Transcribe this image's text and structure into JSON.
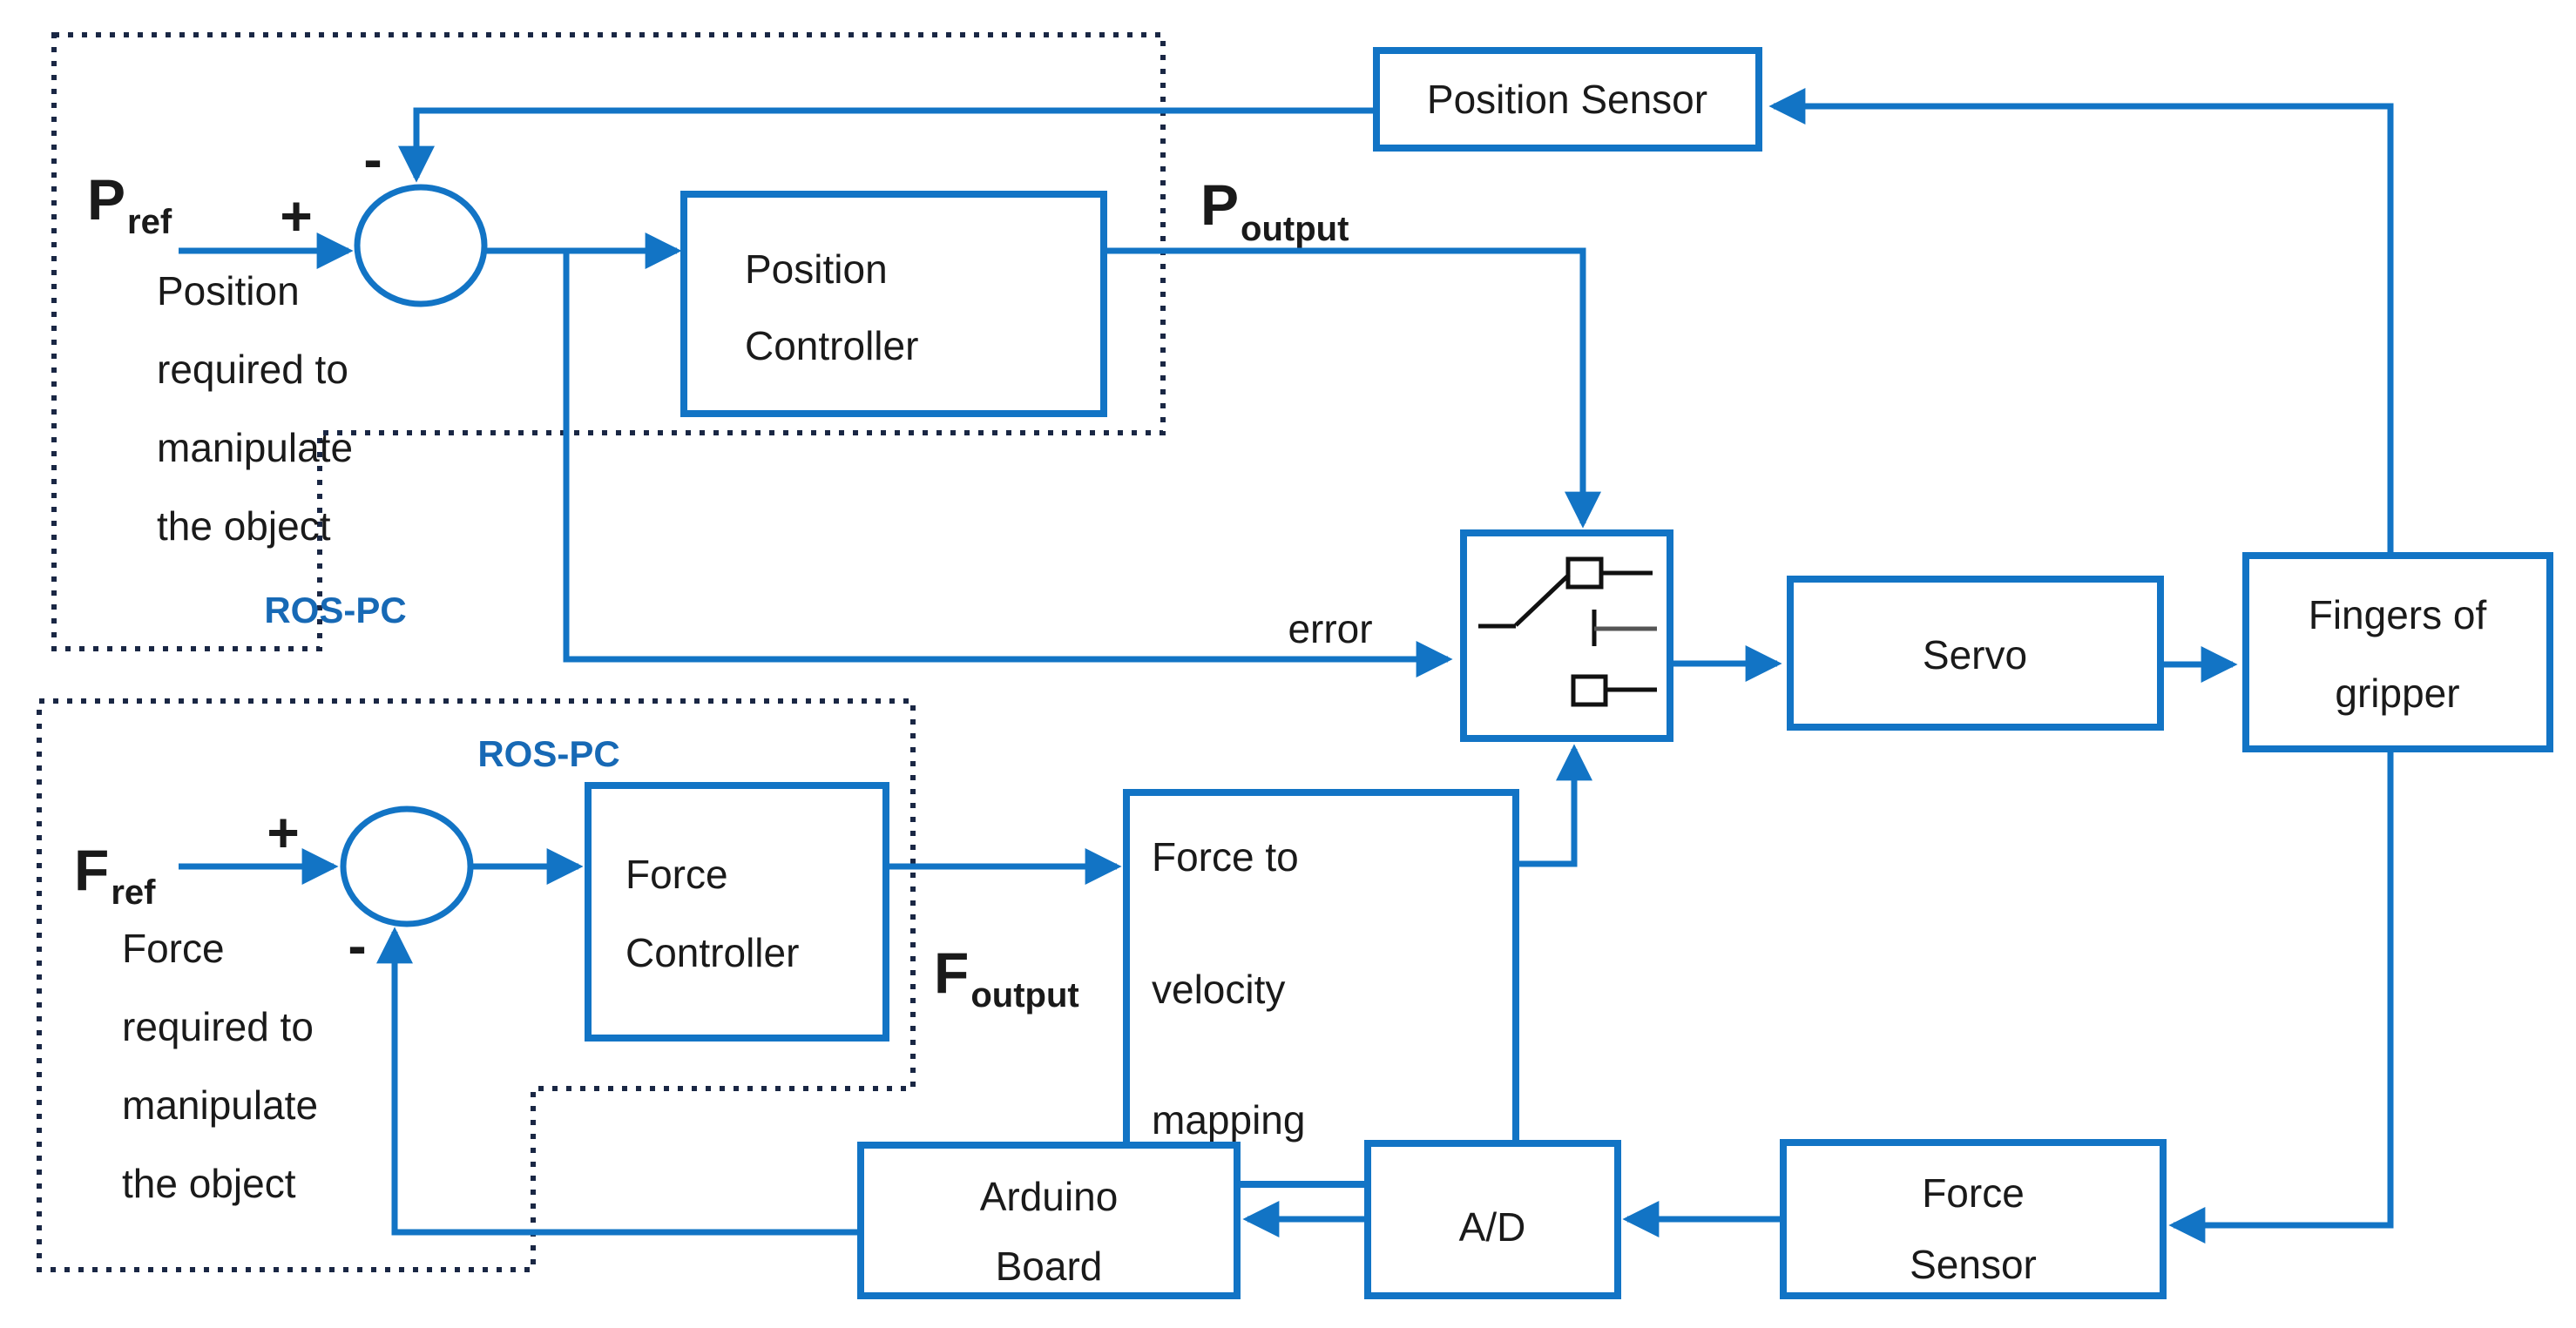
{
  "colors": {
    "accent": "#1274c5",
    "text": "#1a1a1a",
    "dotted_border": "#1a2744",
    "ros_pc_label": "#1769b5"
  },
  "blocks": {
    "position_controller": {
      "line1": "Position",
      "line2": "Controller"
    },
    "position_sensor": {
      "label": "Position Sensor"
    },
    "switch": {
      "icon": "switch-symbol"
    },
    "servo": {
      "label": "Servo"
    },
    "fingers_of_gripper": {
      "line1": "Fingers of",
      "line2": "gripper"
    },
    "force_controller": {
      "line1": "Force",
      "line2": "Controller"
    },
    "force_to_velocity_mapping": {
      "line1": "Force to",
      "line2": "velocity",
      "line3": "mapping"
    },
    "arduino_board": {
      "line1": "Arduino",
      "line2": "Board"
    },
    "ad_converter": {
      "label": "A/D"
    },
    "force_sensor": {
      "line1": "Force",
      "line2": "Sensor"
    }
  },
  "signals": {
    "p_ref": {
      "base": "P",
      "sub": "ref"
    },
    "p_output": {
      "base": "P",
      "sub": "output"
    },
    "f_ref": {
      "base": "F",
      "sub": "ref"
    },
    "f_output": {
      "base": "F",
      "sub": "output"
    },
    "error": "error",
    "plus": "+",
    "minus": "-"
  },
  "captions": {
    "position_note": [
      "Position",
      "required to",
      "manipulate",
      "the object"
    ],
    "force_note": [
      "Force",
      "required to",
      "manipulate",
      "the object"
    ],
    "ros_pc_position": "ROS-PC",
    "ros_pc_force": "ROS-PC"
  }
}
